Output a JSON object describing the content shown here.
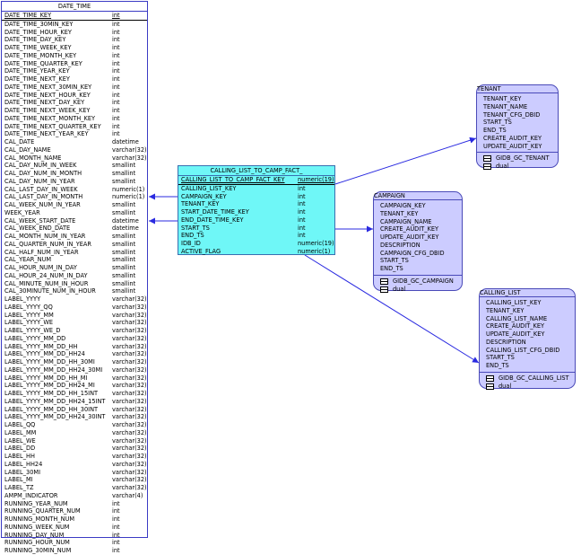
{
  "date_time": {
    "title": "DATE_TIME",
    "columns": [
      {
        "name": "DATE_TIME_KEY",
        "type": "int",
        "pk": true
      },
      {
        "name": "DATE_TIME_30MIN_KEY",
        "type": "int"
      },
      {
        "name": "DATE_TIME_HOUR_KEY",
        "type": "int"
      },
      {
        "name": "DATE_TIME_DAY_KEY",
        "type": "int"
      },
      {
        "name": "DATE_TIME_WEEK_KEY",
        "type": "int"
      },
      {
        "name": "DATE_TIME_MONTH_KEY",
        "type": "int"
      },
      {
        "name": "DATE_TIME_QUARTER_KEY",
        "type": "int"
      },
      {
        "name": "DATE_TIME_YEAR_KEY",
        "type": "int"
      },
      {
        "name": "DATE_TIME_NEXT_KEY",
        "type": "int"
      },
      {
        "name": "DATE_TIME_NEXT_30MIN_KEY",
        "type": "int"
      },
      {
        "name": "DATE_TIME_NEXT_HOUR_KEY",
        "type": "int"
      },
      {
        "name": "DATE_TIME_NEXT_DAY_KEY",
        "type": "int"
      },
      {
        "name": "DATE_TIME_NEXT_WEEK_KEY",
        "type": "int"
      },
      {
        "name": "DATE_TIME_NEXT_MONTH_KEY",
        "type": "int"
      },
      {
        "name": "DATE_TIME_NEXT_QUARTER_KEY",
        "type": "int"
      },
      {
        "name": "DATE_TIME_NEXT_YEAR_KEY",
        "type": "int"
      },
      {
        "name": "CAL_DATE",
        "type": "datetime"
      },
      {
        "name": "CAL_DAY_NAME",
        "type": "varchar(32)"
      },
      {
        "name": "CAL_MONTH_NAME",
        "type": "varchar(32)"
      },
      {
        "name": "CAL_DAY_NUM_IN_WEEK",
        "type": "smallint"
      },
      {
        "name": "CAL_DAY_NUM_IN_MONTH",
        "type": "smallint"
      },
      {
        "name": "CAL_DAY_NUM_IN_YEAR",
        "type": "smallint"
      },
      {
        "name": "CAL_LAST_DAY_IN_WEEK",
        "type": "numeric(1)"
      },
      {
        "name": "CAL_LAST_DAY_IN_MONTH",
        "type": "numeric(1)"
      },
      {
        "name": "CAL_WEEK_NUM_IN_YEAR",
        "type": "smallint"
      },
      {
        "name": "WEEK_YEAR",
        "type": "smallint"
      },
      {
        "name": "CAL_WEEK_START_DATE",
        "type": "datetime"
      },
      {
        "name": "CAL_WEEK_END_DATE",
        "type": "datetime"
      },
      {
        "name": "CAL_MONTH_NUM_IN_YEAR",
        "type": "smallint"
      },
      {
        "name": "CAL_QUARTER_NUM_IN_YEAR",
        "type": "smallint"
      },
      {
        "name": "CAL_HALF_NUM_IN_YEAR",
        "type": "smallint"
      },
      {
        "name": "CAL_YEAR_NUM",
        "type": "smallint"
      },
      {
        "name": "CAL_HOUR_NUM_IN_DAY",
        "type": "smallint"
      },
      {
        "name": "CAL_HOUR_24_NUM_IN_DAY",
        "type": "smallint"
      },
      {
        "name": "CAL_MINUTE_NUM_IN_HOUR",
        "type": "smallint"
      },
      {
        "name": "CAL_30MINUTE_NUM_IN_HOUR",
        "type": "smallint"
      },
      {
        "name": "LABEL_YYYY",
        "type": "varchar(32)"
      },
      {
        "name": "LABEL_YYYY_QQ",
        "type": "varchar(32)"
      },
      {
        "name": "LABEL_YYYY_MM",
        "type": "varchar(32)"
      },
      {
        "name": "LABEL_YYYY_WE",
        "type": "varchar(32)"
      },
      {
        "name": "LABEL_YYYY_WE_D",
        "type": "varchar(32)"
      },
      {
        "name": "LABEL_YYYY_MM_DD",
        "type": "varchar(32)"
      },
      {
        "name": "LABEL_YYYY_MM_DD_HH",
        "type": "varchar(32)"
      },
      {
        "name": "LABEL_YYYY_MM_DD_HH24",
        "type": "varchar(32)"
      },
      {
        "name": "LABEL_YYYY_MM_DD_HH_30MI",
        "type": "varchar(32)"
      },
      {
        "name": "LABEL_YYYY_MM_DD_HH24_30MI",
        "type": "varchar(32)"
      },
      {
        "name": "LABEL_YYYY_MM_DD_HH_MI",
        "type": "varchar(32)"
      },
      {
        "name": "LABEL_YYYY_MM_DD_HH24_MI",
        "type": "varchar(32)"
      },
      {
        "name": "LABEL_YYYY_MM_DD_HH_15INT",
        "type": "varchar(32)"
      },
      {
        "name": "LABEL_YYYY_MM_DD_HH24_15INT",
        "type": "varchar(32)"
      },
      {
        "name": "LABEL_YYYY_MM_DD_HH_30INT",
        "type": "varchar(32)"
      },
      {
        "name": "LABEL_YYYY_MM_DD_HH24_30INT",
        "type": "varchar(32)"
      },
      {
        "name": "LABEL_QQ",
        "type": "varchar(32)"
      },
      {
        "name": "LABEL_MM",
        "type": "varchar(32)"
      },
      {
        "name": "LABEL_WE",
        "type": "varchar(32)"
      },
      {
        "name": "LABEL_DD",
        "type": "varchar(32)"
      },
      {
        "name": "LABEL_HH",
        "type": "varchar(32)"
      },
      {
        "name": "LABEL_HH24",
        "type": "varchar(32)"
      },
      {
        "name": "LABEL_30MI",
        "type": "varchar(32)"
      },
      {
        "name": "LABEL_MI",
        "type": "varchar(32)"
      },
      {
        "name": "LABEL_TZ",
        "type": "varchar(32)"
      },
      {
        "name": "AMPM_INDICATOR",
        "type": "varchar(4)"
      },
      {
        "name": "RUNNING_YEAR_NUM",
        "type": "int"
      },
      {
        "name": "RUNNING_QUARTER_NUM",
        "type": "int"
      },
      {
        "name": "RUNNING_MONTH_NUM",
        "type": "int"
      },
      {
        "name": "RUNNING_WEEK_NUM",
        "type": "int"
      },
      {
        "name": "RUNNING_DAY_NUM",
        "type": "int"
      },
      {
        "name": "RUNNING_HOUR_NUM",
        "type": "int"
      },
      {
        "name": "RUNNING_30MIN_NUM",
        "type": "int"
      }
    ]
  },
  "fact": {
    "title": "CALLING_LIST_TO_CAMP_FACT_",
    "columns": [
      {
        "name": "CALLING_LIST_TO_CAMP_FACT_KEY",
        "type": "numeric(19)",
        "pk": true
      },
      {
        "name": "CALLING_LIST_KEY",
        "type": "int"
      },
      {
        "name": "CAMPAIGN_KEY",
        "type": "int"
      },
      {
        "name": "TENANT_KEY",
        "type": "int"
      },
      {
        "name": "START_DATE_TIME_KEY",
        "type": "int"
      },
      {
        "name": "END_DATE_TIME_KEY",
        "type": "int"
      },
      {
        "name": "START_TS",
        "type": "int"
      },
      {
        "name": "END_TS",
        "type": "int"
      },
      {
        "name": "IDB_ID",
        "type": "numeric(19)"
      },
      {
        "name": "ACTIVE_FLAG",
        "type": "numeric(1)"
      }
    ]
  },
  "tenant": {
    "title": "TENANT",
    "columns": [
      "TENANT_KEY",
      "TENANT_NAME",
      "TENANT_CFG_DBID",
      "START_TS",
      "END_TS",
      "CREATE_AUDIT_KEY",
      "UPDATE_AUDIT_KEY"
    ],
    "indexes": [
      "GIDB_GC_TENANT",
      "dual"
    ]
  },
  "campaign": {
    "title": "CAMPAIGN",
    "columns": [
      "CAMPAIGN_KEY",
      "TENANT_KEY",
      "CAMPAIGN_NAME",
      "CREATE_AUDIT_KEY",
      "UPDATE_AUDIT_KEY",
      "DESCRIPTION",
      "CAMPAIGN_CFG_DBID",
      "START_TS",
      "END_TS"
    ],
    "indexes": [
      "GIDB_GC_CAMPAIGN",
      "dual"
    ]
  },
  "calling_list": {
    "title": "CALLING_LIST",
    "columns": [
      "CALLING_LIST_KEY",
      "TENANT_KEY",
      "CALLING_LIST_NAME",
      "CREATE_AUDIT_KEY",
      "UPDATE_AUDIT_KEY",
      "DESCRIPTION",
      "CALLING_LIST_CFG_DBID",
      "START_TS",
      "END_TS"
    ],
    "indexes": [
      "GIDB_GC_CALLING_LIST",
      "dual"
    ]
  },
  "colors": {
    "fact_fill": "#6ff7f7",
    "ref_fill": "#ccccff",
    "line": "#2a2ae0"
  }
}
